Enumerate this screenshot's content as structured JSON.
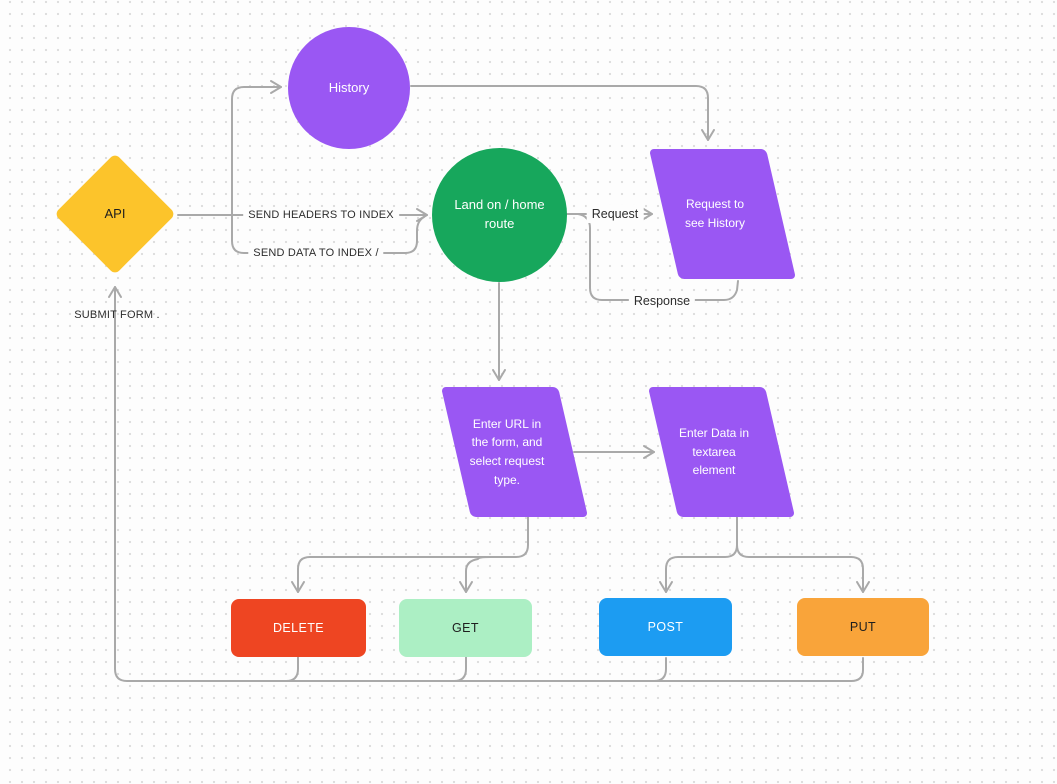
{
  "canvas": {
    "connector_color": "#A9A9A9",
    "background_color": "#FDFDFD",
    "dot_color": "#DEDEDE",
    "light_text_color": "#FFFFFF",
    "dark_text_color": "#1E1E1E"
  },
  "nodes": {
    "api": {
      "label": "API",
      "shape": "diamond",
      "color": "#FCC42B"
    },
    "history": {
      "label": "History",
      "shape": "circle",
      "color": "#9A57F3"
    },
    "home_route": {
      "label": "Land on / home\nroute",
      "shape": "circle",
      "color": "#17A75C"
    },
    "request_history": {
      "label": "Request to\nsee History",
      "shape": "parallelogram",
      "color": "#9A57F3"
    },
    "enter_url": {
      "label": "Enter URL in\nthe form, and\nselect request\ntype.",
      "shape": "parallelogram",
      "color": "#9A57F3"
    },
    "enter_data": {
      "label": "Enter Data in\ntextarea\nelement",
      "shape": "parallelogram",
      "color": "#9A57F3"
    },
    "delete": {
      "label": "DELETE",
      "shape": "rectangle",
      "color": "#EE4522"
    },
    "get": {
      "label": "GET",
      "shape": "rectangle",
      "color": "#ACEFC4"
    },
    "post": {
      "label": "POST",
      "shape": "rectangle",
      "color": "#1C9CF2"
    },
    "put": {
      "label": "PUT",
      "shape": "rectangle",
      "color": "#F9A43A"
    }
  },
  "edge_labels": {
    "send_headers": "SEND HEADERS TO INDEX",
    "send_data": "SEND DATA TO INDEX /",
    "request": "Request",
    "response": "Response",
    "submit_form": "SUBMIT FORM ."
  }
}
